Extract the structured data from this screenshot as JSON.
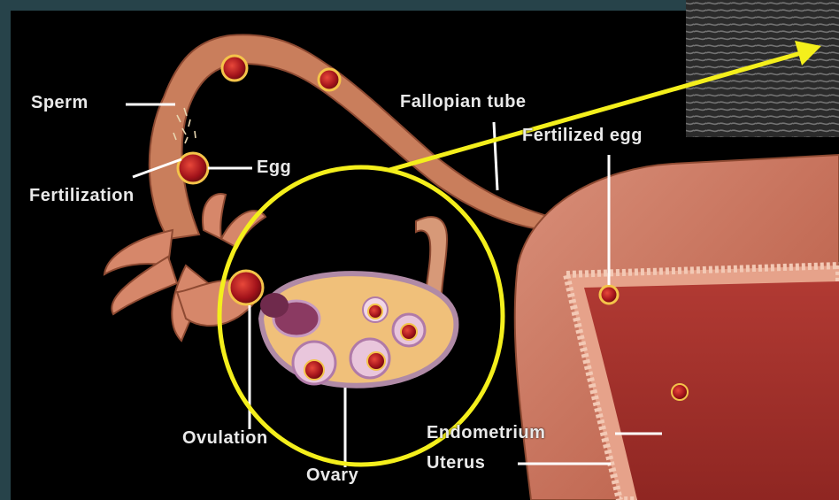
{
  "labels": {
    "sperm": "Sperm",
    "egg": "Egg",
    "fertilization": "Fertilization",
    "fallopian_tube": "Fallopian tube",
    "fertilized_egg": "Fertilized egg",
    "ovulation": "Ovulation",
    "ovary": "Ovary",
    "endometrium": "Endometrium",
    "uterus": "Uterus"
  },
  "colors": {
    "frame": "#27434a",
    "background": "#000000",
    "tissue": "#c97e5c",
    "ovary": "#f0c07a",
    "egg": "#b3141a",
    "egg_ring": "#f4c44a",
    "highlight": "#f4ef1c",
    "leader_line": "#ffffff"
  }
}
